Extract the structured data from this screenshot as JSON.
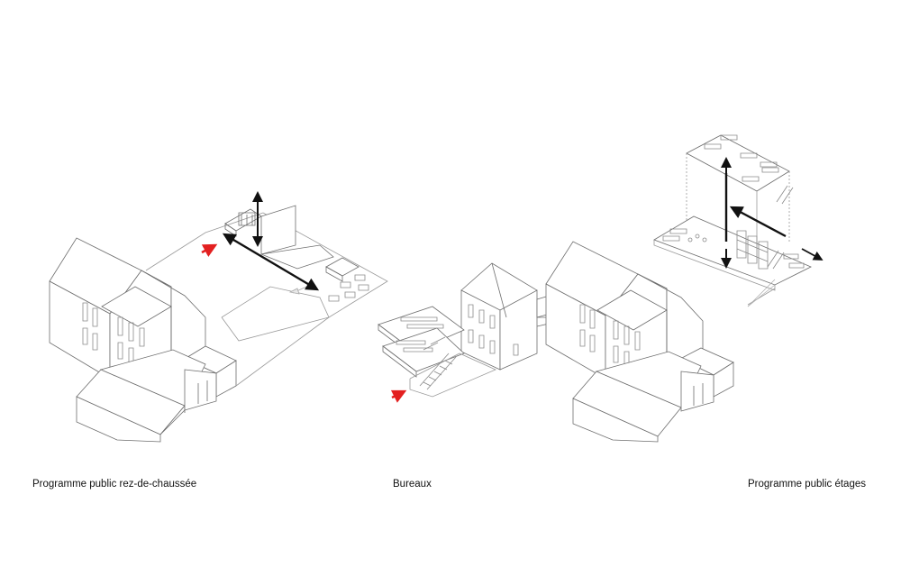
{
  "captions": {
    "left": "Programme public rez-de-chaussée",
    "middle": "Bureaux",
    "right": "Programme public étages"
  },
  "colors": {
    "line": "#6e6e6e",
    "light_line": "#a8a8a8",
    "arrow": "#111111",
    "entrance_arrow": "#e32020",
    "background": "#ffffff"
  },
  "icons": {
    "entrance": "red-entrance-arrow",
    "circulation": "double-headed-arrow"
  }
}
